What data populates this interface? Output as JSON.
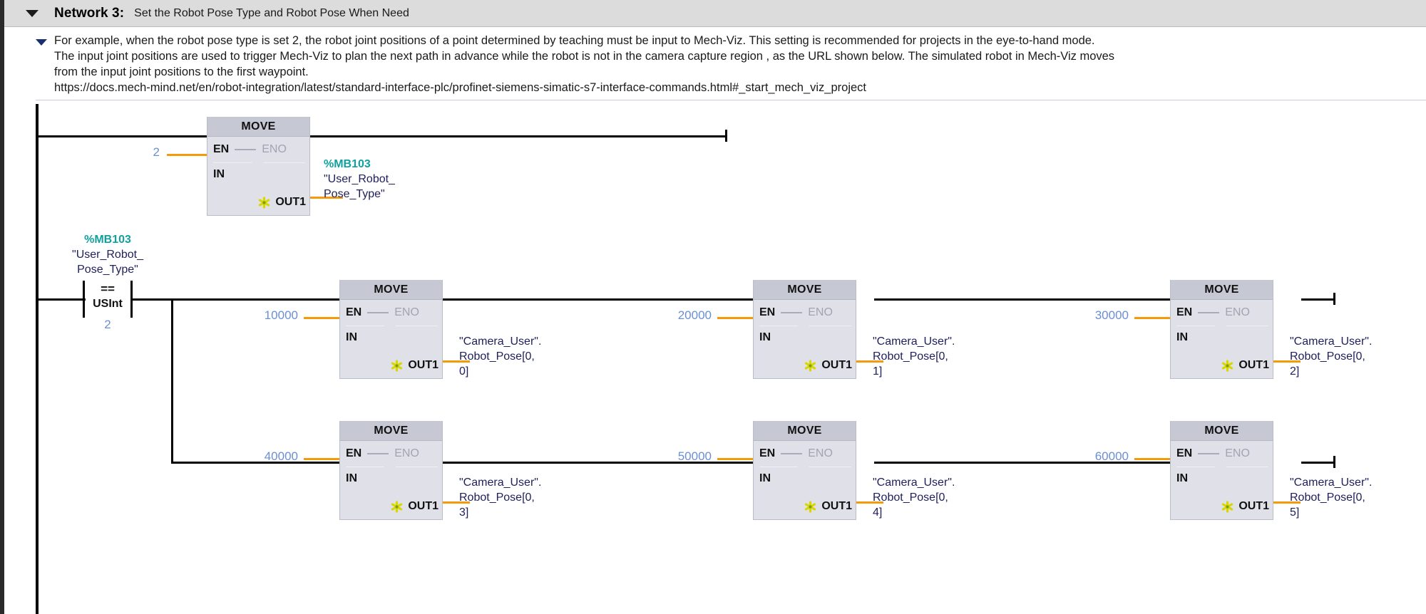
{
  "network": {
    "collapse_icon": "triangle-down-icon",
    "title": "Network 3:",
    "subtitle": "Set the Robot Pose Type and Robot Pose When Need"
  },
  "comment": {
    "toggle_icon": "triangle-down-icon",
    "lines": [
      "For example, when the robot pose type is set 2, the robot joint positions of a point determined by teaching must be input to Mech-Viz. This setting is recommended for projects in the eye-to-hand mode.",
      "The input joint positions are used to trigger Mech-Viz to plan the next path in advance while the robot is not in the camera capture region , as the URL shown below. The simulated robot in Mech-Viz moves",
      "from the input joint positions to the first waypoint."
    ],
    "url": "https://docs.mech-mind.net/en/robot-integration/latest/standard-interface-plc/profinet-siemens-simatic-s7-interface-commands.html#_start_mech_viz_project"
  },
  "ladder": {
    "box_title": "MOVE",
    "pin_en": "EN",
    "pin_eno": "ENO",
    "pin_in": "IN",
    "pin_out": "OUT1",
    "out_icon": "asterisk-modified-icon",
    "rung1": {
      "box": {
        "name": "MOVE",
        "in_value": "2",
        "out_address": "%MB103",
        "out_operand_line1": "\"User_Robot_",
        "out_operand_line2": "Pose_Type\""
      }
    },
    "rung2": {
      "contact": {
        "address": "%MB103",
        "operand_line1": "\"User_Robot_",
        "operand_line2": "Pose_Type\"",
        "operator": "==",
        "datatype": "USInt",
        "compare_value": "2"
      },
      "boxes": [
        {
          "in_value": "10000",
          "out_operand_line1": "\"Camera_User\".",
          "out_operand_line2": "Robot_Pose[0,",
          "out_operand_line3": "0]"
        },
        {
          "in_value": "20000",
          "out_operand_line1": "\"Camera_User\".",
          "out_operand_line2": "Robot_Pose[0,",
          "out_operand_line3": "1]"
        },
        {
          "in_value": "30000",
          "out_operand_line1": "\"Camera_User\".",
          "out_operand_line2": "Robot_Pose[0,",
          "out_operand_line3": "2]"
        },
        {
          "in_value": "40000",
          "out_operand_line1": "\"Camera_User\".",
          "out_operand_line2": "Robot_Pose[0,",
          "out_operand_line3": "3]"
        },
        {
          "in_value": "50000",
          "out_operand_line1": "\"Camera_User\".",
          "out_operand_line2": "Robot_Pose[0,",
          "out_operand_line3": "4]"
        },
        {
          "in_value": "60000",
          "out_operand_line1": "\"Camera_User\".",
          "out_operand_line2": "Robot_Pose[0,",
          "out_operand_line3": "5]"
        }
      ]
    }
  },
  "colors": {
    "header_bg": "#dcdcdc",
    "box_body": "#dfe0e8",
    "box_title": "#c6c8d4",
    "address_teal": "#11a0a0",
    "literal_blue": "#6b8fd4",
    "operand_navy": "#20205c",
    "lead_orange": "#f59a0b",
    "rail_black": "#000000"
  }
}
